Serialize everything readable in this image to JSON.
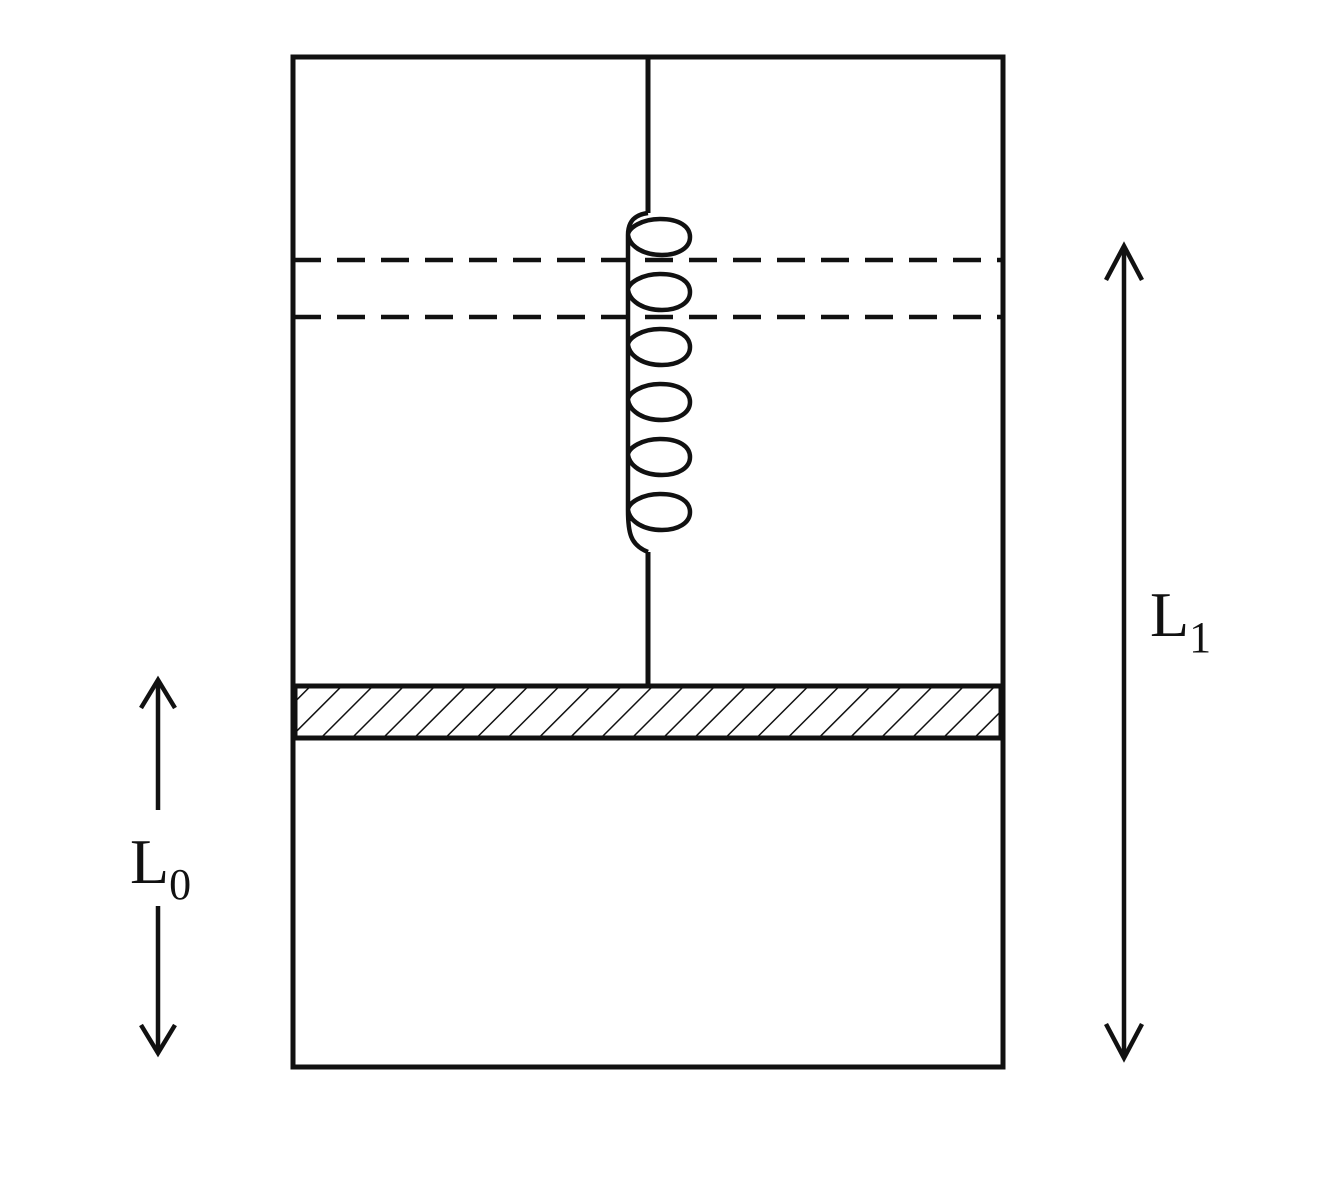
{
  "labels": {
    "l0_main": "L",
    "l0_sub": "0",
    "l1_main": "L",
    "l1_sub": "1"
  },
  "colors": {
    "stroke": "#111111",
    "background": "#ffffff"
  }
}
